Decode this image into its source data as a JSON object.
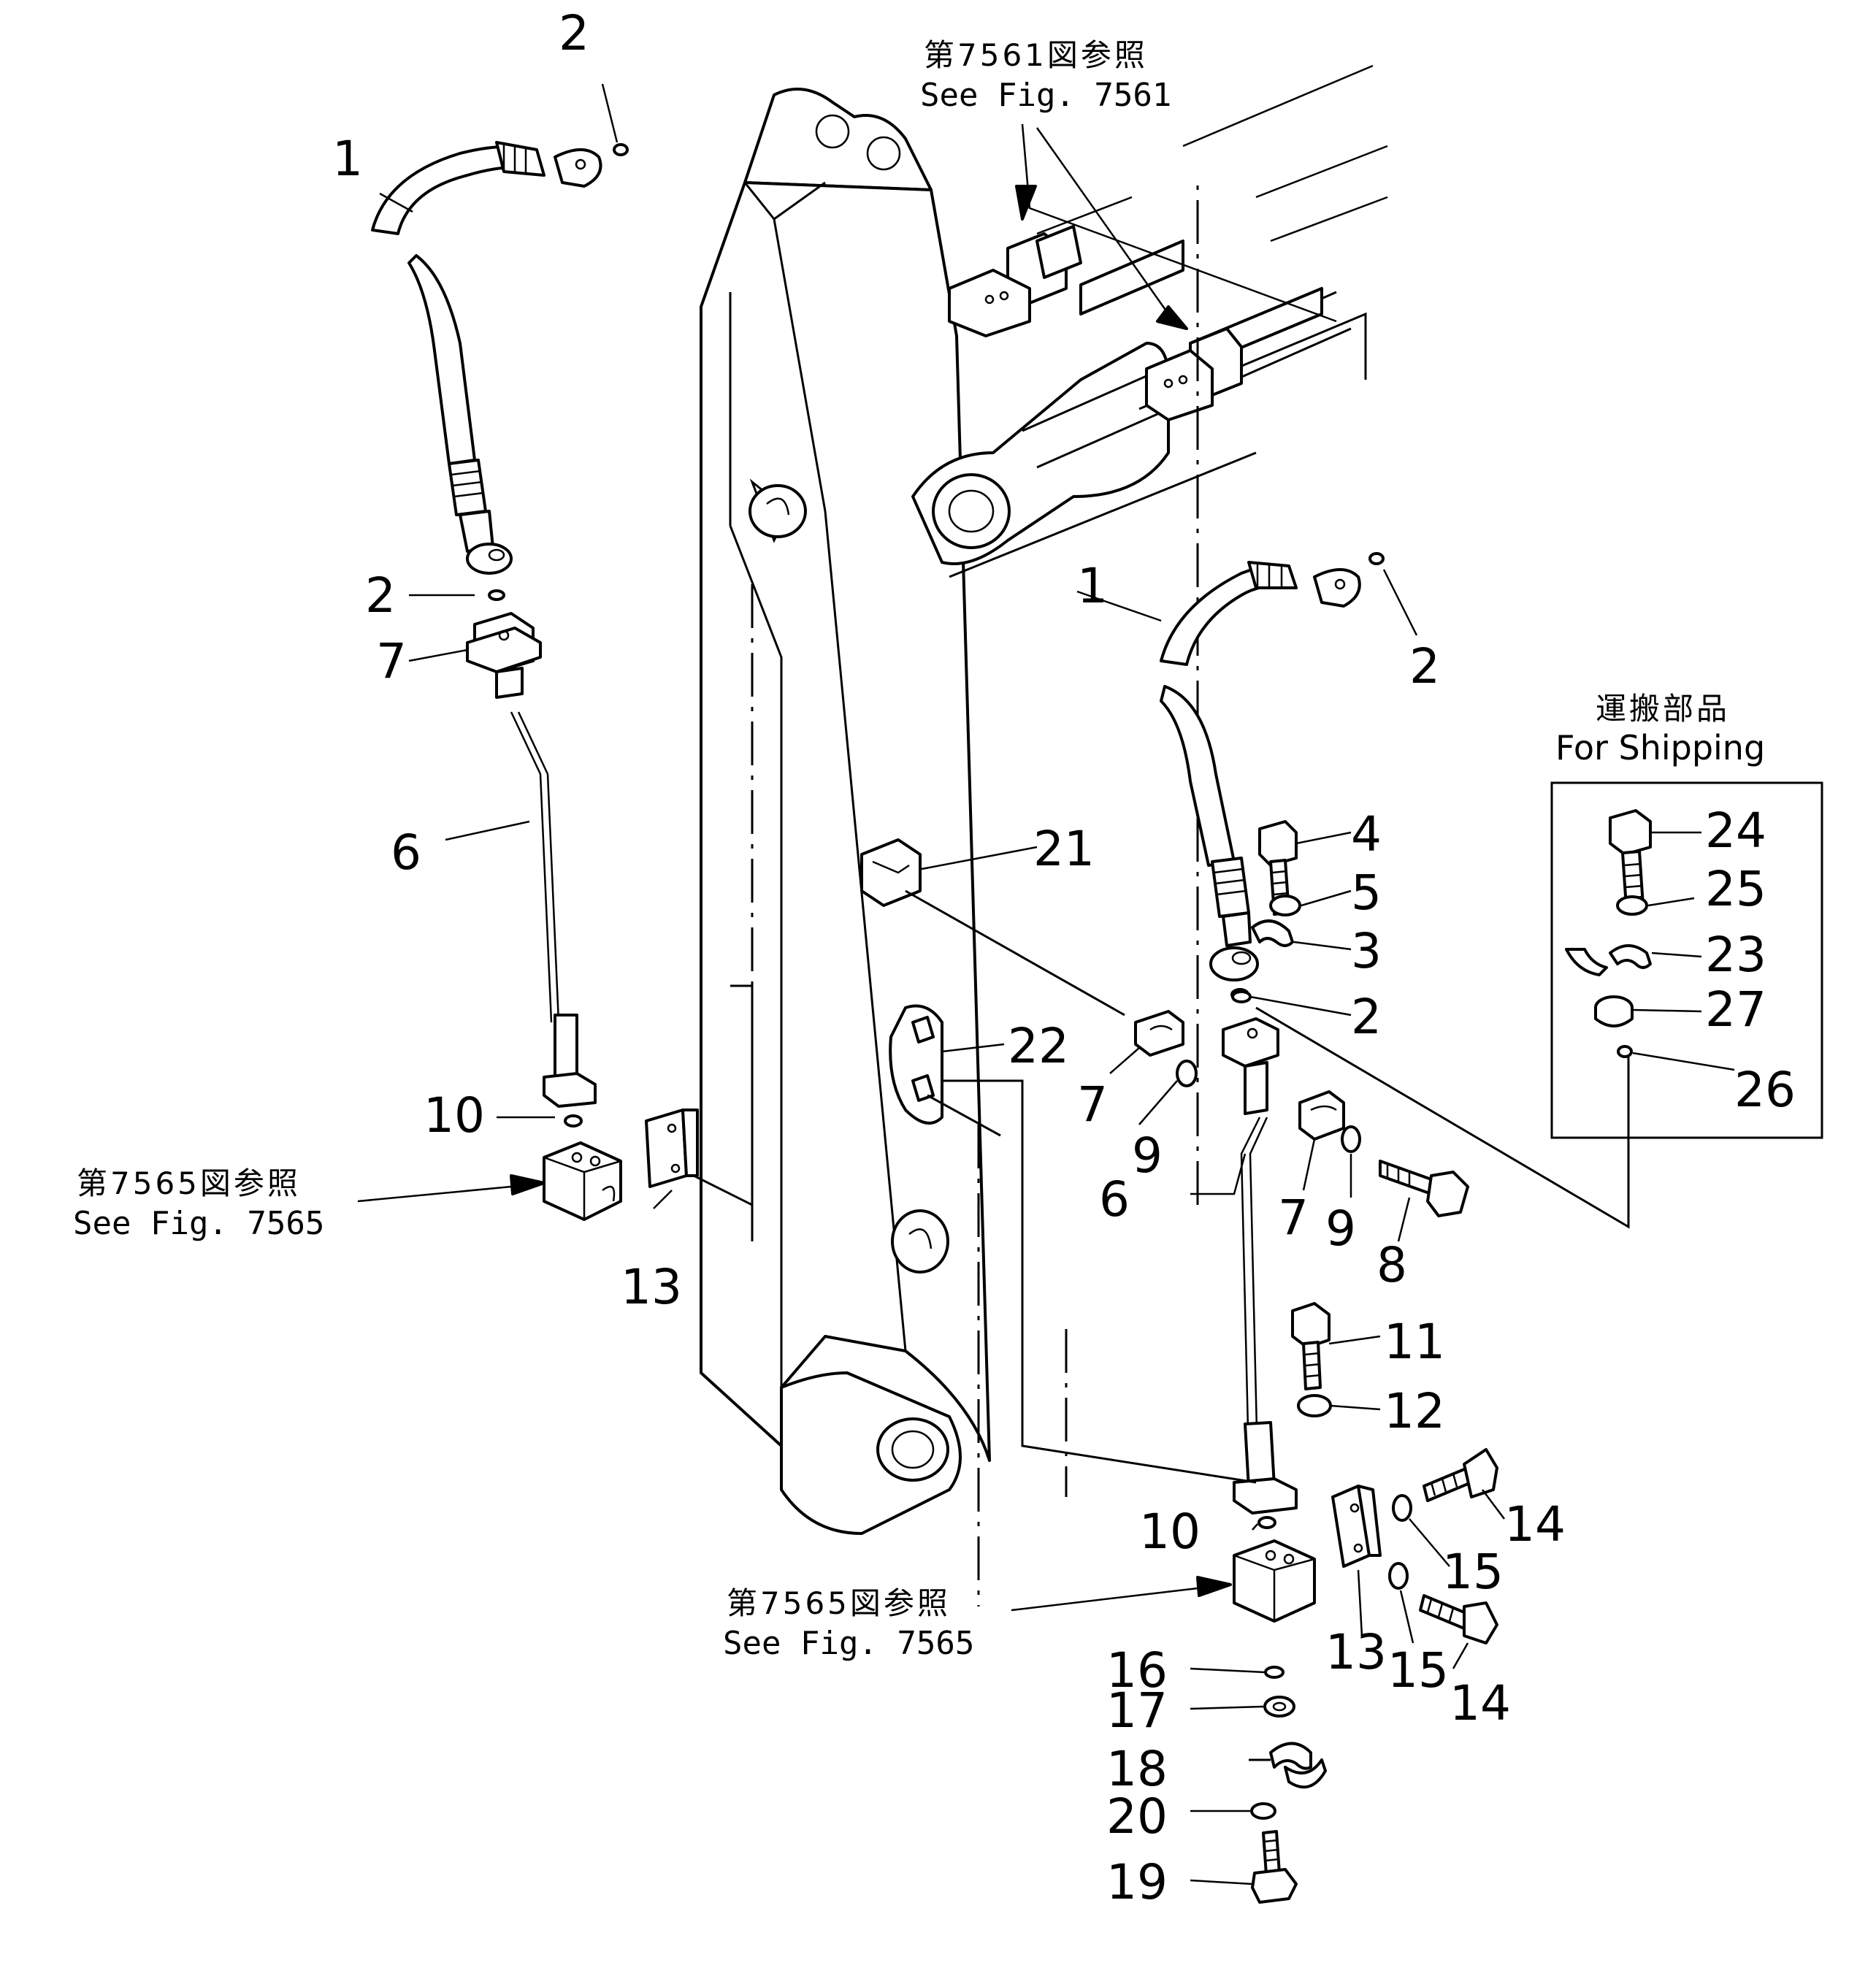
{
  "diagram": {
    "callouts": {
      "c1a": "1",
      "c1b": "1",
      "c2a": "2",
      "c2b": "2",
      "c2c": "2",
      "c2d": "2",
      "c3": "3",
      "c4": "4",
      "c5": "5",
      "c6a": "6",
      "c6b": "6",
      "c7a": "7",
      "c7b": "7",
      "c7c": "7",
      "c8": "8",
      "c9a": "9",
      "c9b": "9",
      "c10a": "10",
      "c10b": "10",
      "c11": "11",
      "c12": "12",
      "c13a": "13",
      "c13b": "13",
      "c14a": "14",
      "c14b": "14",
      "c15a": "15",
      "c15b": "15",
      "c16": "16",
      "c17": "17",
      "c18": "18",
      "c19": "19",
      "c20": "20",
      "c21": "21",
      "c22": "22",
      "c23": "23",
      "c24": "24",
      "c25": "25",
      "c26": "26",
      "c27": "27"
    },
    "refs": {
      "fig7561_jp": "第7561図参照",
      "fig7561_en": "See  Fig. 7561",
      "fig7565a_jp": "第7565図参照",
      "fig7565a_en": "See  Fig. 7565",
      "fig7565b_jp": "第7565図参照",
      "fig7565b_en": "See  Fig. 7565"
    },
    "shipping": {
      "title_jp": "運搬部品",
      "title_en": "For  Shipping"
    }
  }
}
